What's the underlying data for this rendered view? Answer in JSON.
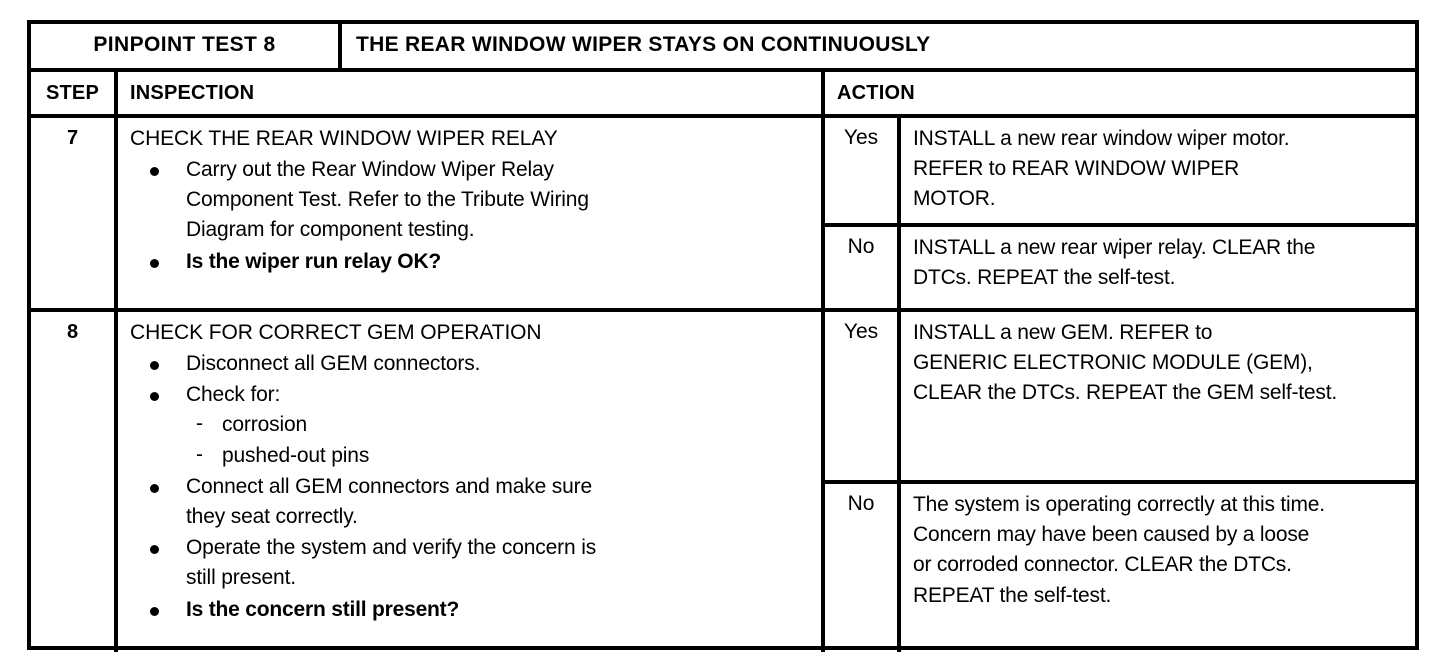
{
  "document": {
    "test_label": "PINPOINT TEST 8",
    "test_title": "THE REAR WINDOW WIPER STAYS ON CONTINUOUSLY",
    "columns": {
      "step": "STEP",
      "inspection": "INSPECTION",
      "action": "ACTION"
    },
    "answers": {
      "yes": "Yes",
      "no": "No"
    },
    "rows": [
      {
        "step": "7",
        "inspection_title": "CHECK THE REAR WINDOW WIPER RELAY",
        "bullets": [
          {
            "bold": false,
            "lines": [
              "Carry out the Rear Window Wiper Relay",
              "Component Test.  Refer to the Tribute Wiring",
              "Diagram for component testing."
            ]
          },
          {
            "bold": true,
            "lines": [
              "Is the wiper run relay OK?"
            ]
          }
        ],
        "sub_items": [],
        "actions": [
          {
            "answer": "Yes",
            "lines": [
              "INSTALL a new rear window wiper motor.",
              "REFER to REAR WINDOW WIPER",
              "MOTOR."
            ]
          },
          {
            "answer": "No",
            "lines": [
              "INSTALL a new rear wiper relay.  CLEAR the",
              "DTCs.  REPEAT the self-test."
            ]
          }
        ]
      },
      {
        "step": "8",
        "inspection_title": "CHECK FOR CORRECT GEM OPERATION",
        "bullets": [
          {
            "bold": false,
            "lines": [
              "Disconnect all GEM connectors."
            ]
          },
          {
            "bold": false,
            "lines": [
              "Check for:"
            ]
          }
        ],
        "sub_items": [
          "corrosion",
          "pushed-out pins"
        ],
        "bullets_after": [
          {
            "bold": false,
            "lines": [
              "Connect all GEM connectors and make sure",
              "they seat correctly."
            ]
          },
          {
            "bold": false,
            "lines": [
              "Operate the system and verify the concern is",
              "still present."
            ]
          },
          {
            "bold": true,
            "lines": [
              "Is the concern still present?"
            ]
          }
        ],
        "actions": [
          {
            "answer": "Yes",
            "lines": [
              "INSTALL a new GEM.  REFER to",
              "GENERIC ELECTRONIC MODULE (GEM),",
              "CLEAR the DTCs.  REPEAT the GEM self-test."
            ]
          },
          {
            "answer": "No",
            "lines": [
              "The system is operating correctly at this time.",
              "Concern may have been caused by a loose",
              "or corroded connector.  CLEAR the DTCs.",
              "REPEAT the self-test."
            ]
          }
        ]
      }
    ],
    "colors": {
      "ink": "#000000",
      "paper": "#ffffff"
    }
  }
}
